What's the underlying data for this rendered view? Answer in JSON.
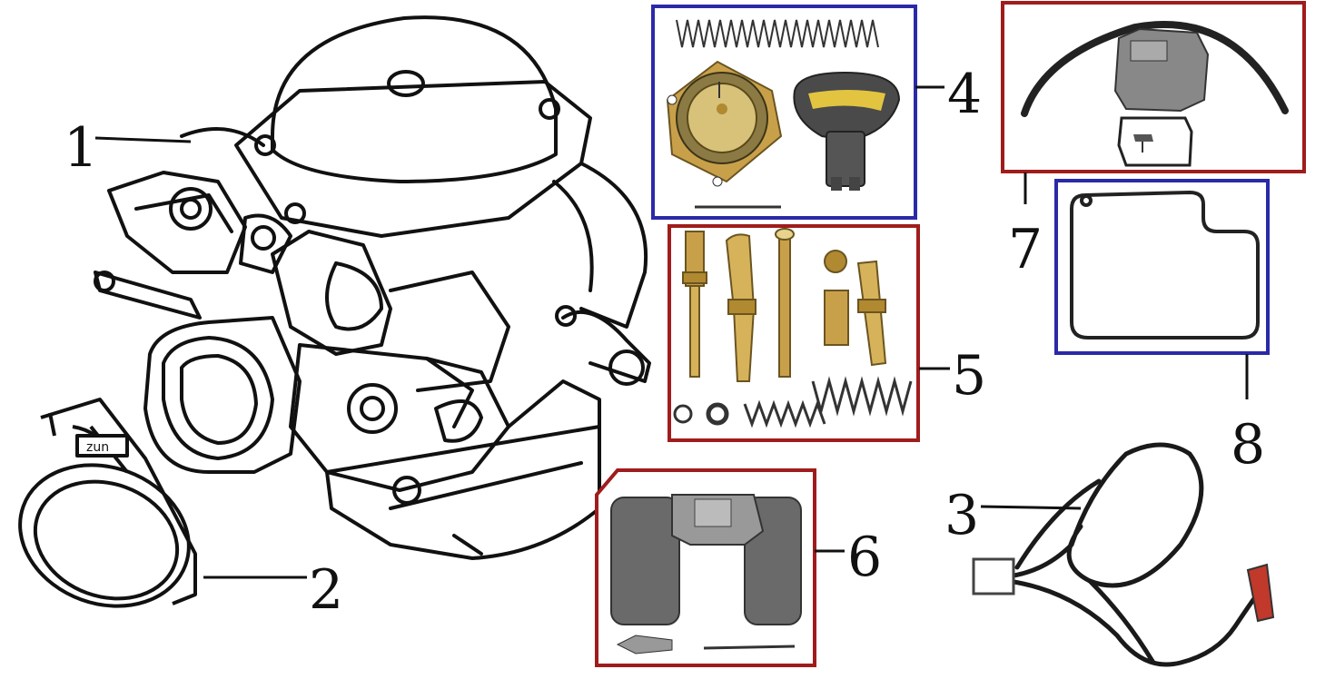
{
  "callouts": {
    "n1": "1",
    "n2": "2",
    "n3": "3",
    "n4": "4",
    "n5": "5",
    "n6": "6",
    "n7": "7",
    "n8": "8"
  },
  "colors": {
    "line": "#111111",
    "box_blue": "#2a2aa8",
    "box_red": "#a01c1c",
    "brass": "#c9a04a",
    "rubber": "#555555",
    "wire_red": "#c0392b"
  },
  "parts": [
    {
      "id": "1",
      "name": "carburetor-body"
    },
    {
      "id": "2",
      "name": "intake-rubber-boot"
    },
    {
      "id": "3",
      "name": "auto-choke-wire-harness"
    },
    {
      "id": "4",
      "name": "diaphragm-slide-kit"
    },
    {
      "id": "5",
      "name": "jets-and-needles-kit"
    },
    {
      "id": "6",
      "name": "float-assembly"
    },
    {
      "id": "7",
      "name": "float-bowl-with-hose"
    },
    {
      "id": "8",
      "name": "float-bowl-gasket"
    }
  ]
}
